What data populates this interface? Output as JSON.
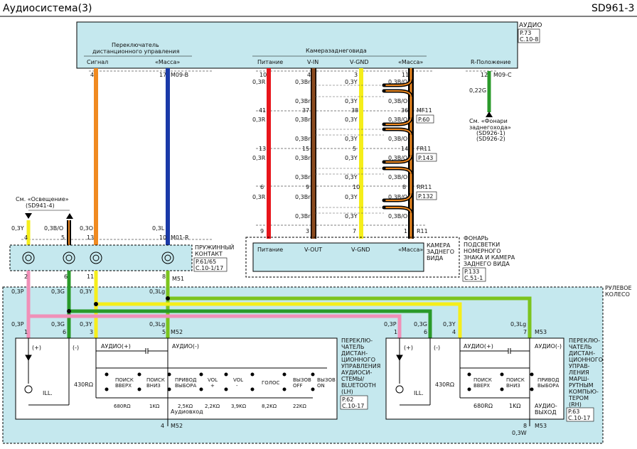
{
  "header": {
    "title": "Аудиосистема(3)",
    "code": "SD961-3"
  },
  "audio_unit": {
    "label": "АУДИО",
    "ref": "P.73",
    "ref2": "C.10-8",
    "switch_group": "Переключатель дистанционного управления",
    "signal": "Сигнал",
    "ground": "«Масса»",
    "camera_group": "Камеразаднеговида",
    "power": "Питание",
    "vin": "V-IN",
    "vgnd": "V-GND",
    "rpos": "R-Положение"
  },
  "connectors": {
    "m09b": "M09-B",
    "m09c": "M09-C",
    "mf11": "MF11",
    "fr11": "FR11",
    "rr11": "RR11",
    "r11": "R11",
    "m01r": "M01-R",
    "m51": "M51",
    "m52": "M52",
    "m53": "M53",
    "mf11_ref": "P.60",
    "fr11_ref": "P.143",
    "rr11_ref": "P.132"
  },
  "pins": {
    "p4": "4",
    "p17": "17",
    "p10": "10",
    "p3": "3",
    "p11": "11",
    "p12": "12",
    "p41": "41",
    "p37": "37",
    "p38": "38",
    "p36": "36",
    "p13": "13",
    "p15": "15",
    "p5": "5",
    "p14": "14",
    "p6": "6",
    "p9": "9",
    "p8": "8",
    "p7": "7",
    "p1": "1",
    "p2": "2"
  },
  "wires": {
    "r03r": "0,3R",
    "br03": "0,3Br",
    "y03": "0,3Y",
    "bo03": "0,3B/O",
    "g022": "0,22G",
    "o03": "0,3O",
    "l03": "0,3L",
    "p03": "0,3P",
    "gr03": "0,3G",
    "lg03": "0,3Lg",
    "w03": "0,3W"
  },
  "lighting_ref": {
    "text": "См. «Фонари заднегохода»",
    "link1": "(SD926-1)",
    "link2": "(SD926-2)"
  },
  "illum_ref": {
    "text": "См. «Освещение»",
    "link": "(SD941-4)"
  },
  "camera": {
    "power": "Питание",
    "vout": "V-OUT",
    "vgnd": "V-GND",
    "ground": "«Масса»",
    "name": "КАМЕРА ЗАДНЕГО ВИДА",
    "lamp": "ФОНАРЬ ПОДСВЕТКИ НОМЕРНОГО ЗНАКА И КАМЕРА ЗАДНЕГО ВИДА",
    "ref": "P.133",
    "ref2": "C.51-1"
  },
  "spring": {
    "name": "ПРУЖИННЫЙ КОНТАКТ",
    "ref": "P.61/65",
    "ref2": "C.10-1/17"
  },
  "wheel": {
    "name": "РУЛЕВОЕ КОЛЕСО"
  },
  "lh_switch": {
    "audio_plus": "АУДИО(+)",
    "audio_minus": "АУДИО(-)",
    "plus": "(+)",
    "minus": "(-)",
    "ill": "ILL.",
    "r430": "430RΩ",
    "btn_up": "ПОИСК ВВЕРХ",
    "btn_down": "ПОИСК ВНИЗ",
    "btn_mode": "ПРИВОД ВЫБОРА",
    "btn_volp": "VOL +",
    "btn_volm": "VOL -",
    "btn_voice": "ГОЛОС",
    "btn_off": "ВЫЗОВ OFF",
    "btn_on": "ВЫЗОВ ON",
    "r680": "680RΩ",
    "r1k": "1KΩ",
    "r25": "2,5KΩ",
    "r22": "2,2KΩ",
    "r39": "3,9KΩ",
    "r82": "8,2KΩ",
    "r22k": "22KΩ",
    "input": "Аудиовход",
    "name": "ПЕРЕКЛЮЧАТЕЛЬ ДИСТАНЦИОННОГО УПРАВЛЕНИЯ АУДИОСИСТЕМЫ/ BLUETOOTH (LH)",
    "ref": "P.62",
    "ref2": "C.10-17"
  },
  "rh_switch": {
    "output": "АУДИО-ВЫХОД",
    "name": "ПЕРЕКЛЮЧАТЕЛЬ ДИСТАНЦИОННОГО УПРАВЛЕНИЯ МАРШРУТНЫМ КОМПЬЮТЕРОМ (RH)",
    "ref": "P.63",
    "ref2": "C.10-17"
  },
  "colors": {
    "red": "#e8151b",
    "brown": "#8a4a1e",
    "yellow": "#f5ee1a",
    "orange": "#f08a20",
    "blue": "#1a3aa8",
    "green": "#2a9a2a",
    "lgreen": "#7cc41e",
    "pink": "#f090b8",
    "bg": "#c5e8ee"
  }
}
